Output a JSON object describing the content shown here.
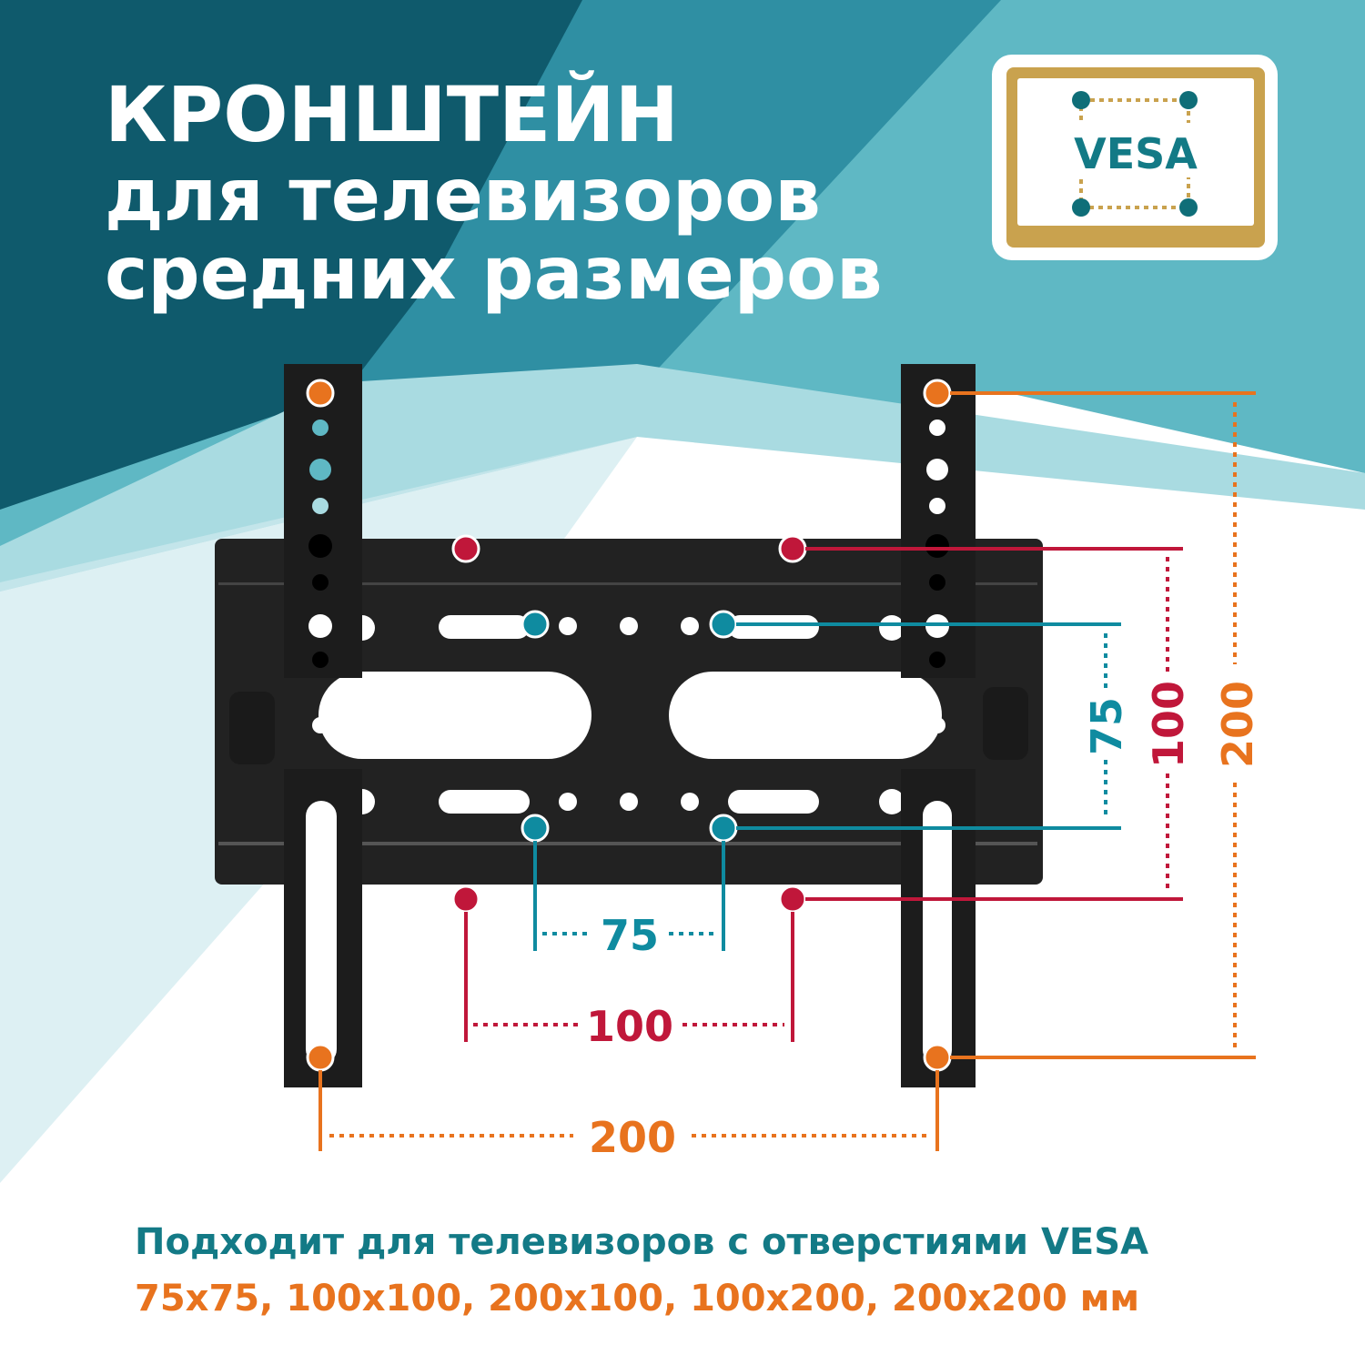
{
  "title": {
    "line1": "КРОНШТЕЙН",
    "line2": "для телевизоров",
    "line3": "средних размеров"
  },
  "vesa_logo": {
    "text": "VESA"
  },
  "dimensions": {
    "h75": "75",
    "h100": "100",
    "h200": "200",
    "v75": "75",
    "v100": "100",
    "v200": "200"
  },
  "footer": {
    "line1": "Подходит для телевизоров с отверстиями VESA",
    "line2": "75x75, 100x100, 200x100, 100x200, 200x200 мм"
  },
  "colors": {
    "orange": "#e8731e",
    "red": "#c0173a",
    "teal": "#0f8ba0",
    "text_teal": "#137a86",
    "gold": "#c9a24e"
  }
}
